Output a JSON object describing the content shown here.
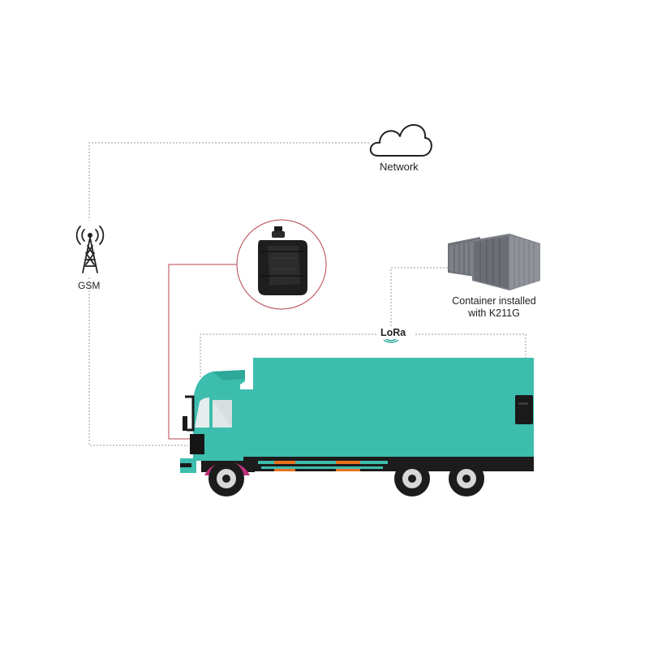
{
  "network": {
    "label": "Network",
    "icon": "cloud-icon"
  },
  "gsm": {
    "label": "GSM",
    "icon": "cell-tower-icon"
  },
  "tracker": {
    "icon": "gps-tracker-device-icon"
  },
  "container": {
    "label_line1": "Container installed",
    "label_line2": "with K211G",
    "icon": "shipping-container-icon"
  },
  "lora": {
    "label": "LoRa",
    "icon": "lora-wireless-icon"
  },
  "truck": {
    "icon": "truck-icon"
  },
  "colors": {
    "truck_body": "#3dbdad",
    "tracker_link": "#b5454e",
    "dotted_link": "#9a9a9a",
    "wheel_arch": "#c0307a",
    "side_stripe": "#e8731e"
  }
}
